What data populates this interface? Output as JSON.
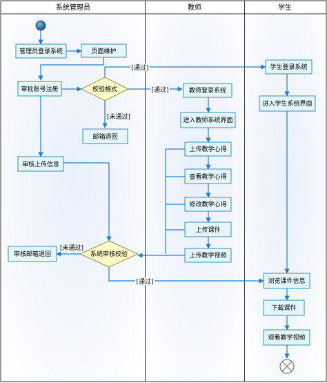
{
  "lanes": {
    "admin": "系统管理员",
    "teacher": "教师",
    "student": "学生"
  },
  "nodes": {
    "admin_login": "管理员登录系统",
    "page_maint": "页面维护",
    "approve_reg": "审批账号注册",
    "check_format": "校验格式",
    "email_return": "邮箱退回",
    "review_upload": "审核上传信息",
    "sys_review": "系统审核校验",
    "review_email_return": "审核邮箱退回",
    "teacher_login": "教师登录系统",
    "teacher_ui": "进入教师系统界面",
    "upload_exp": "上传教学心得",
    "view_exp": "查看教学心得",
    "edit_exp": "修改教学心得",
    "upload_courseware": "上传课件",
    "upload_video": "上传教学视频",
    "student_login": "学生登录系统",
    "student_ui": "进入学生系统界面",
    "browse_courseware": "浏览课件信息",
    "download_courseware": "下载课件",
    "watch_video": "观看教学视频"
  },
  "guards": {
    "pass_top": "[通过]",
    "pass_mid": "[通过]",
    "fail_mid": "[未通过]",
    "fail_low": "[未通过]",
    "pass_low": "[通过]"
  },
  "colors": {
    "line": "#1f7fd6",
    "node_fill": "#e4f6fb",
    "node_stroke": "#3a8fb9",
    "diamond_fill": "#fffbc8",
    "diamond_stroke": "#8e8e4a",
    "lane_border": "#333333"
  }
}
